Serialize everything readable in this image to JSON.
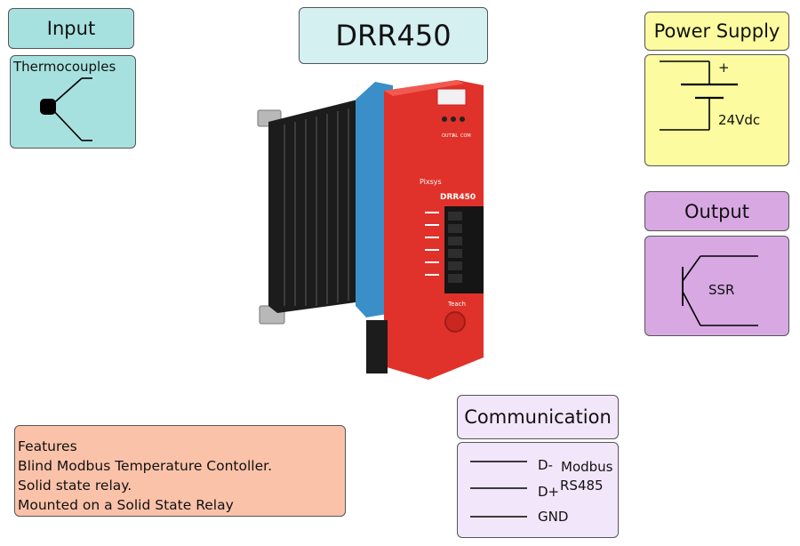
{
  "title": "DRR450",
  "input": {
    "header": "Input",
    "sensor_label": "Thermocouples"
  },
  "power_supply": {
    "header": "Power Supply",
    "plus_symbol": "+",
    "voltage": "24Vdc"
  },
  "output": {
    "header": "Output",
    "device_label": "SSR"
  },
  "communication": {
    "header": "Communication",
    "lines": [
      "D-",
      "D+",
      "GND"
    ],
    "protocol_line1": "Modbus",
    "protocol_line2": "RS485"
  },
  "features": {
    "heading": "Features",
    "items": [
      "Blind Modbus Temperature Contoller.",
      "Solid state relay.",
      "Mounted on a Solid State Relay"
    ]
  },
  "device_photo": {
    "brand": "Pixsys",
    "model": "DRR450",
    "button_label": "Teach",
    "led_labels": [
      "OUT1",
      "AL",
      "COM"
    ]
  },
  "colors": {
    "input": "#a7e1df",
    "title": "#d4f0f0",
    "power": "#fcfb9f",
    "output": "#d8a8e3",
    "communication": "#f1e6fa",
    "features": "#fbc2aa",
    "device_red": "#e0322a",
    "heatsink": "#1c1c1c",
    "din_blue": "#3a8fc8"
  }
}
